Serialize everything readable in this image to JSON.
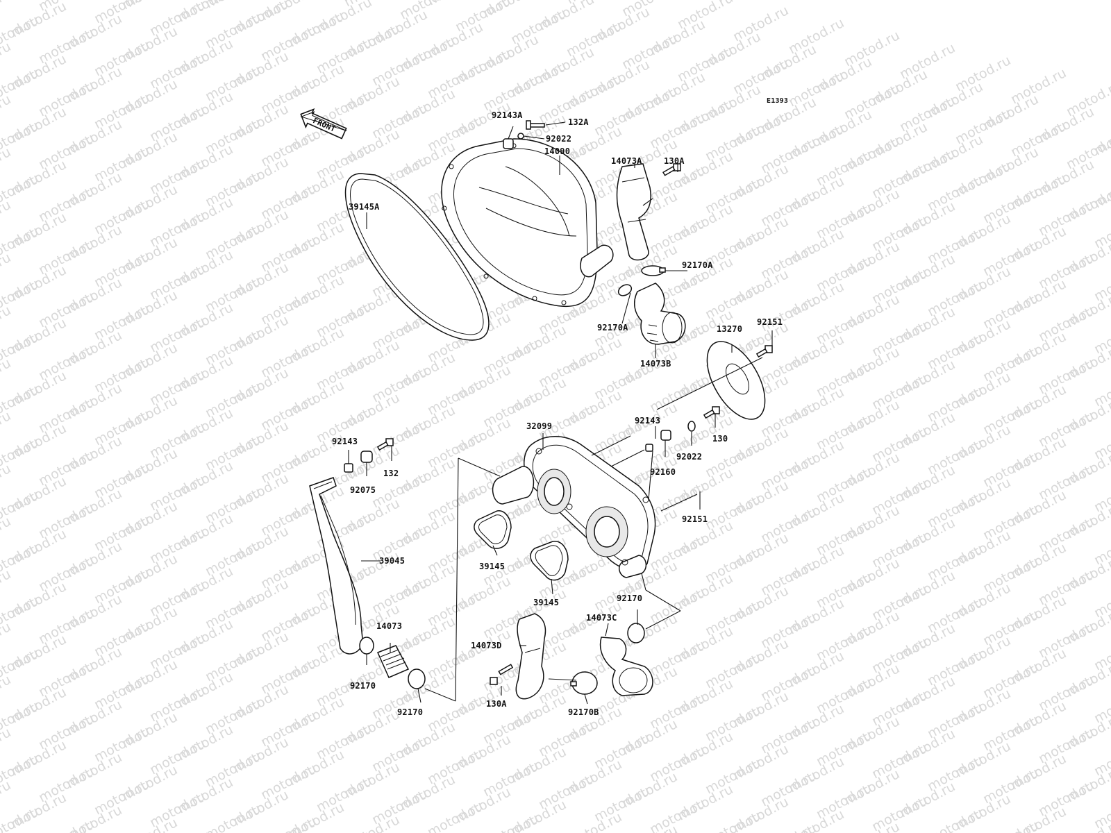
{
  "watermark": {
    "text": "motod.ru"
  },
  "diagram": {
    "code": "E1393",
    "front_label": "FRONT",
    "part_labels": [
      "92143A",
      "132A",
      "92022",
      "14090",
      "14073A",
      "130A",
      "39145A",
      "92170A",
      "92170A",
      "14073B",
      "13270",
      "92151",
      "92143",
      "130",
      "92022",
      "92160",
      "32099",
      "92143",
      "132",
      "92075",
      "92151",
      "39045",
      "39145",
      "39145",
      "92170",
      "14073C",
      "14073",
      "14073D",
      "92170",
      "130A",
      "92170B",
      "92170"
    ]
  }
}
